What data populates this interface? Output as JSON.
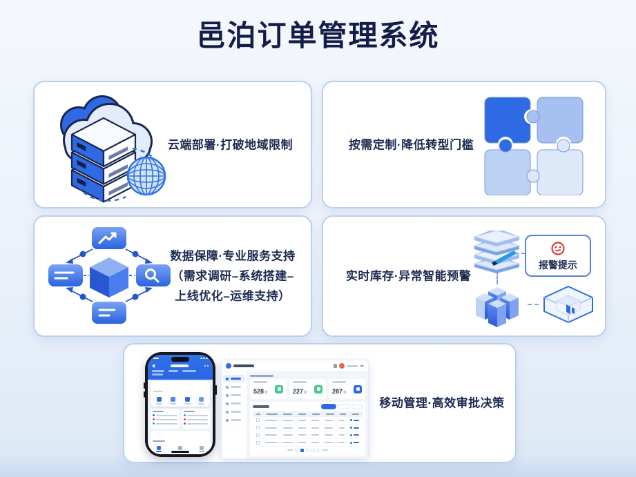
{
  "title": "邑泊订单管理系统",
  "features": {
    "cloud": {
      "label": "云端部署·打破地域限制"
    },
    "custom": {
      "label": "按需定制·降低转型门槛"
    },
    "service": {
      "line1": "数据保障·专业服务支持",
      "line2": "（需求调研–系统搭建–",
      "line3": "上线优化–运维支持）"
    },
    "inventory": {
      "label": "实时库存·异常智能预警",
      "alert_badge": "报警提示"
    },
    "mobile": {
      "label": "移动管理·高效审批决策"
    }
  },
  "dashboard": {
    "stats": [
      {
        "value": "528",
        "unit": "条"
      },
      {
        "value": "227",
        "unit": "条"
      },
      {
        "value": "287",
        "unit": "条"
      }
    ]
  },
  "colors": {
    "accent": "#2e6ae3",
    "alert_red": "#e23b30",
    "text_dark": "#1d2a52",
    "card_border": "#b9d1ee"
  }
}
